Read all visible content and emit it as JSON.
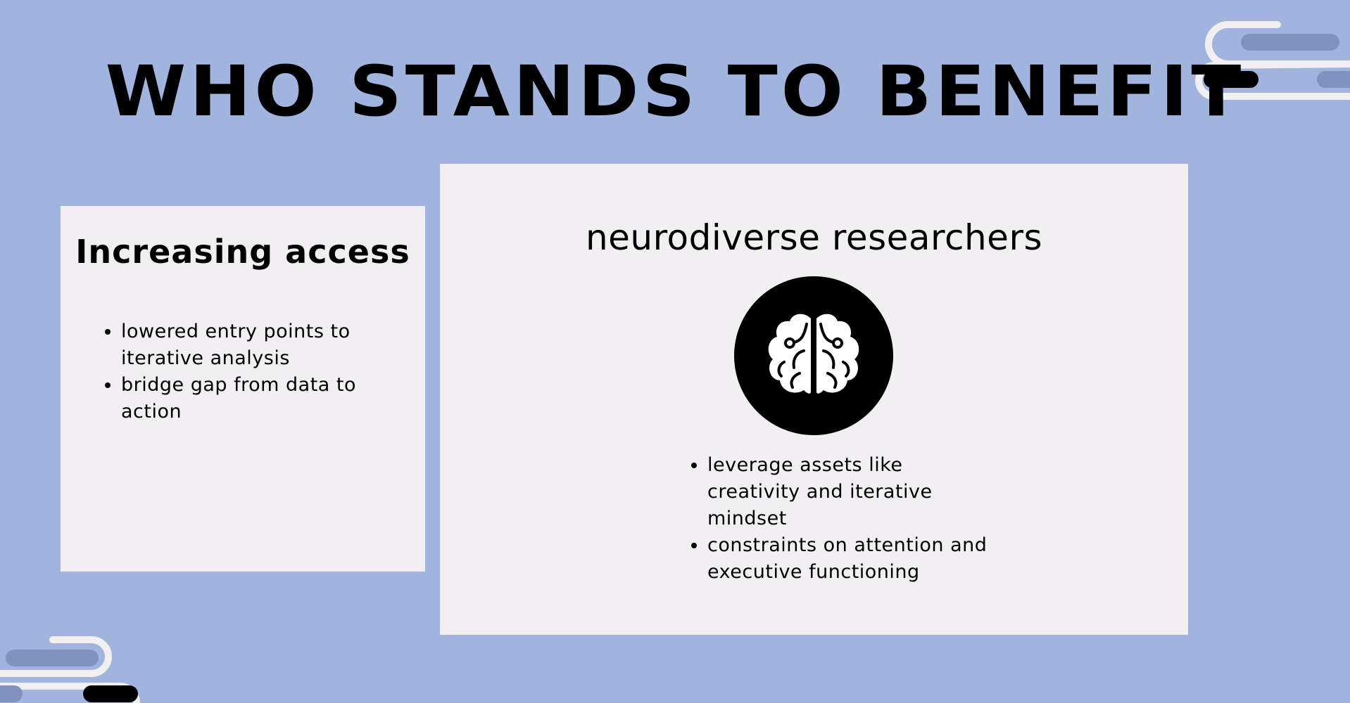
{
  "slide": {
    "title": "WHO STANDS TO BENEFIT",
    "colors": {
      "background": "#a0b4dd",
      "card": "#f1eff2",
      "accent_pill": "#7f92c0",
      "ink": "#000000"
    }
  },
  "left_card": {
    "heading": "Increasing access",
    "bullets": [
      "lowered entry points to iterative analysis",
      "bridge gap from data to action"
    ]
  },
  "right_card": {
    "heading": "neurodiverse researchers",
    "icon": "brain-icon",
    "bullets": [
      "leverage assets like creativity and iterative mindset",
      "constraints on attention and executive functioning"
    ]
  }
}
